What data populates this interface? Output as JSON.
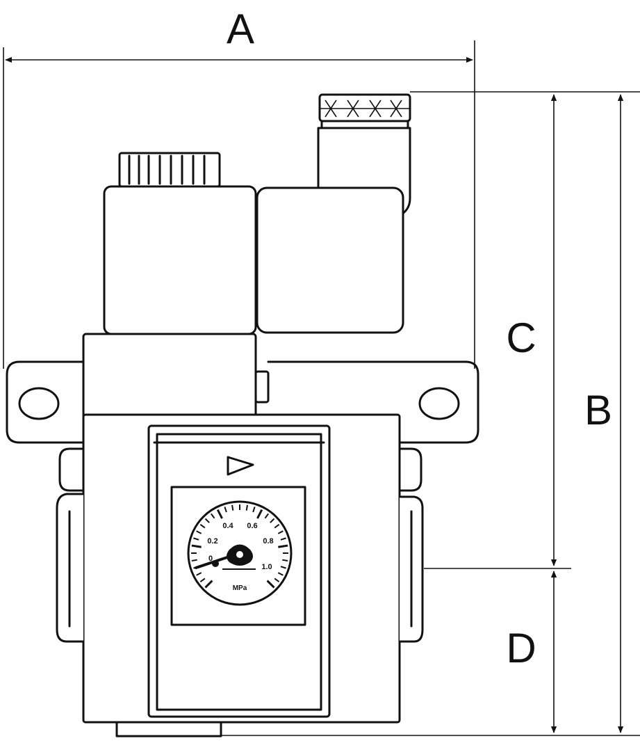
{
  "dimensions": {
    "a": "A",
    "b": "B",
    "c": "C",
    "d": "D"
  },
  "gauge": {
    "scale": [
      "0.2",
      "0.4",
      "0.6",
      "0.8",
      "1.0"
    ],
    "zero": "0",
    "unit": "MPa"
  },
  "colors": {
    "line": "#111111",
    "background": "#ffffff"
  },
  "icons": {
    "flow_direction": "triangle-arrow-icon"
  }
}
